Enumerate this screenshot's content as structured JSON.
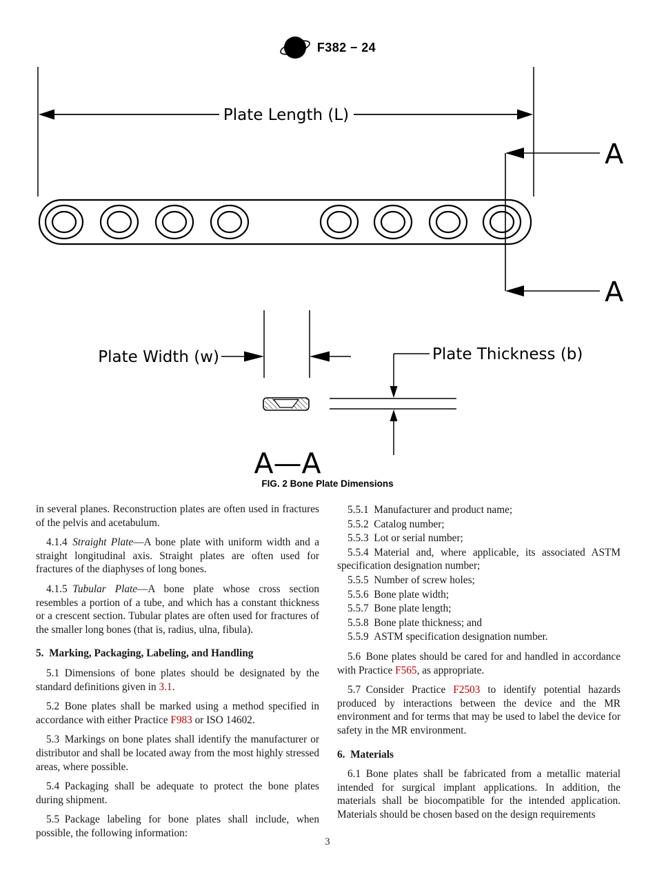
{
  "header": {
    "logo": "astm-logo",
    "designation": "F382 − 24"
  },
  "figure": {
    "caption": "FIG. 2 Bone Plate Dimensions",
    "labels": {
      "length": "Plate Length (L)",
      "width": "Plate Width (w)",
      "thickness": "Plate Thickness (b)",
      "section_marker": "A",
      "section_title": "A—A"
    },
    "plate_hole_count": 8
  },
  "colors": {
    "link_red": "#c00000",
    "ink": "#161616"
  },
  "body": {
    "left": [
      {
        "type": "cont",
        "segments": [
          {
            "text": "in several planes. Reconstruction plates are often used in fractures of the pelvis and acetabulum."
          }
        ]
      },
      {
        "type": "para",
        "segments": [
          {
            "text": "4.1.4 "
          },
          {
            "text": "Straight Plate",
            "style": "italic"
          },
          {
            "text": "—A bone plate with uniform width and a straight longitudinal axis. Straight plates are often used for fractures of the diaphyses of long bones."
          }
        ]
      },
      {
        "type": "para",
        "segments": [
          {
            "text": "4.1.5 "
          },
          {
            "text": "Tubular Plate",
            "style": "italic"
          },
          {
            "text": "—A bone plate whose cross section resembles a portion of a tube, and which has a constant thickness or a crescent section. Tubular plates are often used for fractures of the smaller long bones (that is, radius, ulna, fibula)."
          }
        ]
      },
      {
        "type": "heading",
        "segments": [
          {
            "text": "5. Marking, Packaging, Labeling, and Handling"
          }
        ]
      },
      {
        "type": "para",
        "segments": [
          {
            "text": "5.1 Dimensions of bone plates should be designated by the standard definitions given in "
          },
          {
            "text": "3.1",
            "style": "link"
          },
          {
            "text": "."
          }
        ]
      },
      {
        "type": "para",
        "segments": [
          {
            "text": "5.2 Bone plates shall be marked using a method specified in accordance with either Practice "
          },
          {
            "text": "F983",
            "style": "link"
          },
          {
            "text": " or ISO 14602."
          }
        ]
      },
      {
        "type": "para",
        "segments": [
          {
            "text": "5.3 Markings on bone plates shall identify the manufacturer or distributor and shall be located away from the most highly stressed areas, where possible."
          }
        ]
      },
      {
        "type": "para",
        "segments": [
          {
            "text": "5.4 Packaging shall be adequate to protect the bone plates during shipment."
          }
        ]
      },
      {
        "type": "para",
        "segments": [
          {
            "text": "5.5 Package labeling for bone plates shall include, when possible, the following information:"
          }
        ]
      }
    ],
    "right": [
      {
        "type": "list",
        "segments": [
          {
            "text": "5.5.1 Manufacturer and product name;"
          }
        ]
      },
      {
        "type": "list",
        "segments": [
          {
            "text": "5.5.2 Catalog number;"
          }
        ]
      },
      {
        "type": "list",
        "segments": [
          {
            "text": "5.5.3 Lot or serial number;"
          }
        ]
      },
      {
        "type": "list",
        "segments": [
          {
            "text": "5.5.4 Material and, where applicable, its associated ASTM specification designation number;"
          }
        ]
      },
      {
        "type": "list",
        "segments": [
          {
            "text": "5.5.5 Number of screw holes;"
          }
        ]
      },
      {
        "type": "list",
        "segments": [
          {
            "text": "5.5.6 Bone plate width;"
          }
        ]
      },
      {
        "type": "list",
        "segments": [
          {
            "text": "5.5.7 Bone plate length;"
          }
        ]
      },
      {
        "type": "list",
        "segments": [
          {
            "text": "5.5.8 Bone plate thickness; and"
          }
        ]
      },
      {
        "type": "list",
        "segments": [
          {
            "text": "5.5.9 ASTM specification designation number."
          }
        ]
      },
      {
        "type": "para",
        "segments": [
          {
            "text": "5.6 Bone plates should be cared for and handled in accordance with Practice "
          },
          {
            "text": "F565",
            "style": "link"
          },
          {
            "text": ", as appropriate."
          }
        ]
      },
      {
        "type": "para",
        "segments": [
          {
            "text": "5.7 Consider Practice "
          },
          {
            "text": "F2503",
            "style": "link"
          },
          {
            "text": " to identify potential hazards produced by interactions between the device and the MR environment and for terms that may be used to label the device for safety in the MR environment."
          }
        ]
      },
      {
        "type": "heading",
        "segments": [
          {
            "text": "6. Materials"
          }
        ]
      },
      {
        "type": "para",
        "segments": [
          {
            "text": "6.1 Bone plates shall be fabricated from a metallic material intended for surgical implant applications. In addition, the materials shall be biocompatible for the intended application. Materials should be chosen based on the design requirements"
          }
        ]
      }
    ]
  },
  "footer": {
    "page_number": "3"
  }
}
